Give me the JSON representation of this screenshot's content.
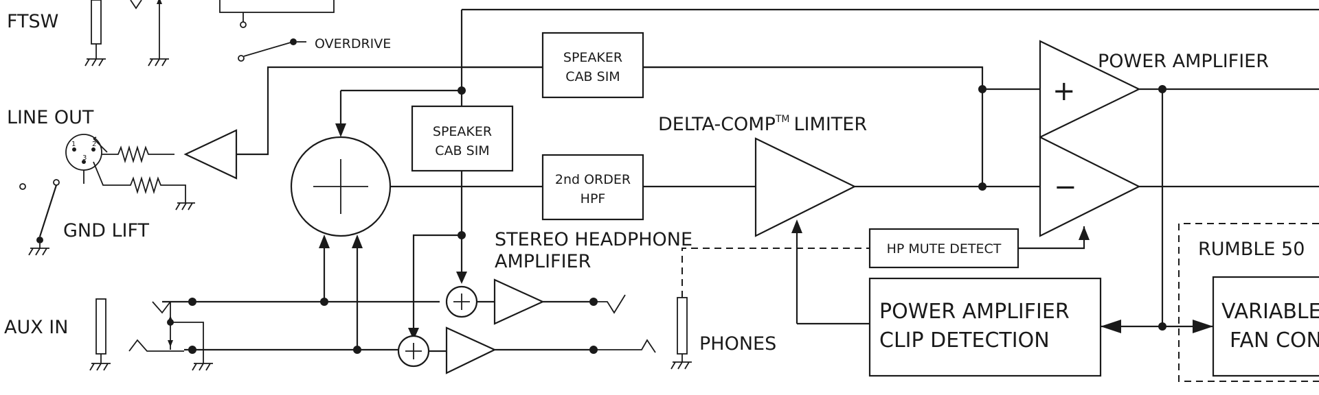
{
  "labels": {
    "ftsw": "FTSW",
    "overdrive": "OVERDRIVE",
    "line_out": "LINE OUT",
    "gnd_lift": "GND LIFT",
    "aux_in": "AUX IN",
    "speaker_cab_sim_1": [
      "SPEAKER",
      "CAB SIM"
    ],
    "speaker_cab_sim_2": [
      "SPEAKER",
      "CAB SIM"
    ],
    "hpf": [
      "2nd ORDER",
      "HPF"
    ],
    "limiter_prefix": "DELTA-COMP",
    "limiter_tm": "TM",
    "limiter_suffix": "LIMITER",
    "power_amplifier": "POWER AMPLIFIER",
    "plus_sign": "+",
    "minus_sign": "−",
    "headphone_amp": [
      "STEREO HEADPHONE",
      "AMPLIFIER"
    ],
    "hp_mute_detect": "HP MUTE DETECT",
    "clip_detection": [
      "POWER AMPLIFIER",
      "CLIP DETECTION"
    ],
    "phones": "PHONES",
    "rumble": "RUMBLE 50",
    "fan_control": [
      "VARIABLE",
      "FAN CON"
    ],
    "xlr_pin_1": "1",
    "xlr_pin_2": "2",
    "xlr_pin_3": "3"
  }
}
